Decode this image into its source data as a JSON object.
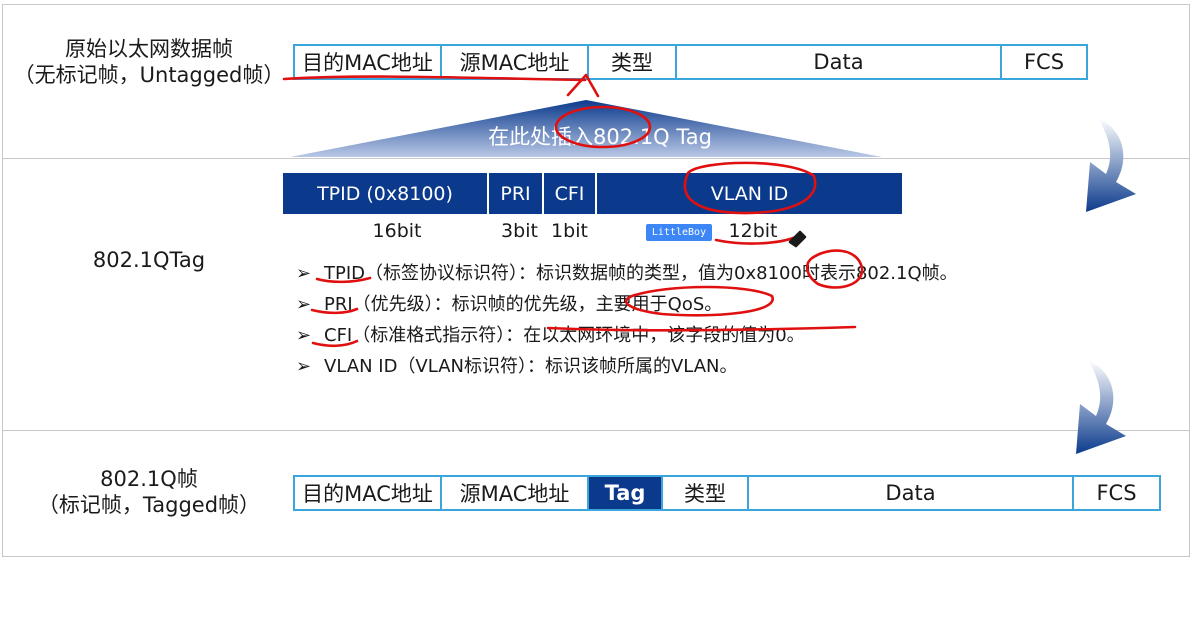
{
  "untagged": {
    "title_line1": "原始以太网数据帧",
    "title_line2": "（无标记帧，Untagged帧）",
    "fields": [
      "目的MAC地址",
      "源MAC地址",
      "类型",
      "Data",
      "FCS"
    ]
  },
  "insert_label": "在此处插入802.1Q Tag",
  "tag_section": {
    "title": "802.1QTag",
    "fields": [
      "TPID (0x8100)",
      "PRI",
      "CFI",
      "VLAN ID"
    ],
    "bits": [
      "16bit",
      "3bit",
      "1bit",
      "12bit"
    ],
    "badge": "LittleBoy",
    "bullets": [
      {
        "arrow": "➢",
        "term": "TPID",
        "desc": "（标签协议标识符）：标识数据帧的类型，值为0x8100时表示802.1Q帧。"
      },
      {
        "arrow": "➢",
        "term": "PRI",
        "desc": "（优先级）：标识帧的优先级，主要用于QoS。"
      },
      {
        "arrow": "➢",
        "term": "CFI",
        "desc": "（标准格式指示符）：在以太网环境中，该字段的值为0。"
      },
      {
        "arrow": "➢",
        "term": "VLAN ID",
        "desc": "（VLAN标识符）：标识该帧所属的VLAN。"
      }
    ]
  },
  "tagged": {
    "title_line1": "802.1Q帧",
    "title_line2": "（标记帧，Tagged帧）",
    "fields": [
      "目的MAC地址",
      "源MAC地址",
      "Tag",
      "类型",
      "Data",
      "FCS"
    ]
  },
  "colors": {
    "frame_border": "#3aa6dc",
    "tag_fill": "#0b3a8c",
    "annotation": "#e01010"
  }
}
